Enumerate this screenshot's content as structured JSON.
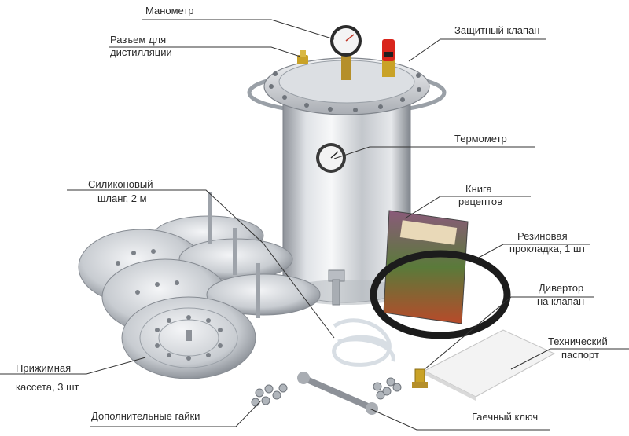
{
  "labels": {
    "manometer": "Манометр",
    "distill_1": "Разъем для",
    "distill_2": "дистилляции",
    "safety_valve": "Защитный клапан",
    "thermometer": "Термометр",
    "hose_1": "Силиконовый",
    "hose_2": "шланг, 2 м",
    "book_1": "Книга",
    "book_2": "рецептов",
    "gasket_1": "Резиновая",
    "gasket_2": "прокладка, 1 шт",
    "diverter_1": "Дивертор",
    "diverter_2": "на клапан",
    "passport_1": "Технический",
    "passport_2": "паспорт",
    "cassette_1": "Прижимная",
    "cassette_2": "кассета, 3 шт",
    "nuts": "Дополнительные гайки",
    "wrench": "Гаечный ключ"
  },
  "colors": {
    "steel_light": "#e9ebee",
    "steel_mid": "#b9bdc3",
    "steel_dark": "#7d8289",
    "valve_red": "#d9251c",
    "brass": "#c9a227",
    "leader_line": "#333333"
  }
}
